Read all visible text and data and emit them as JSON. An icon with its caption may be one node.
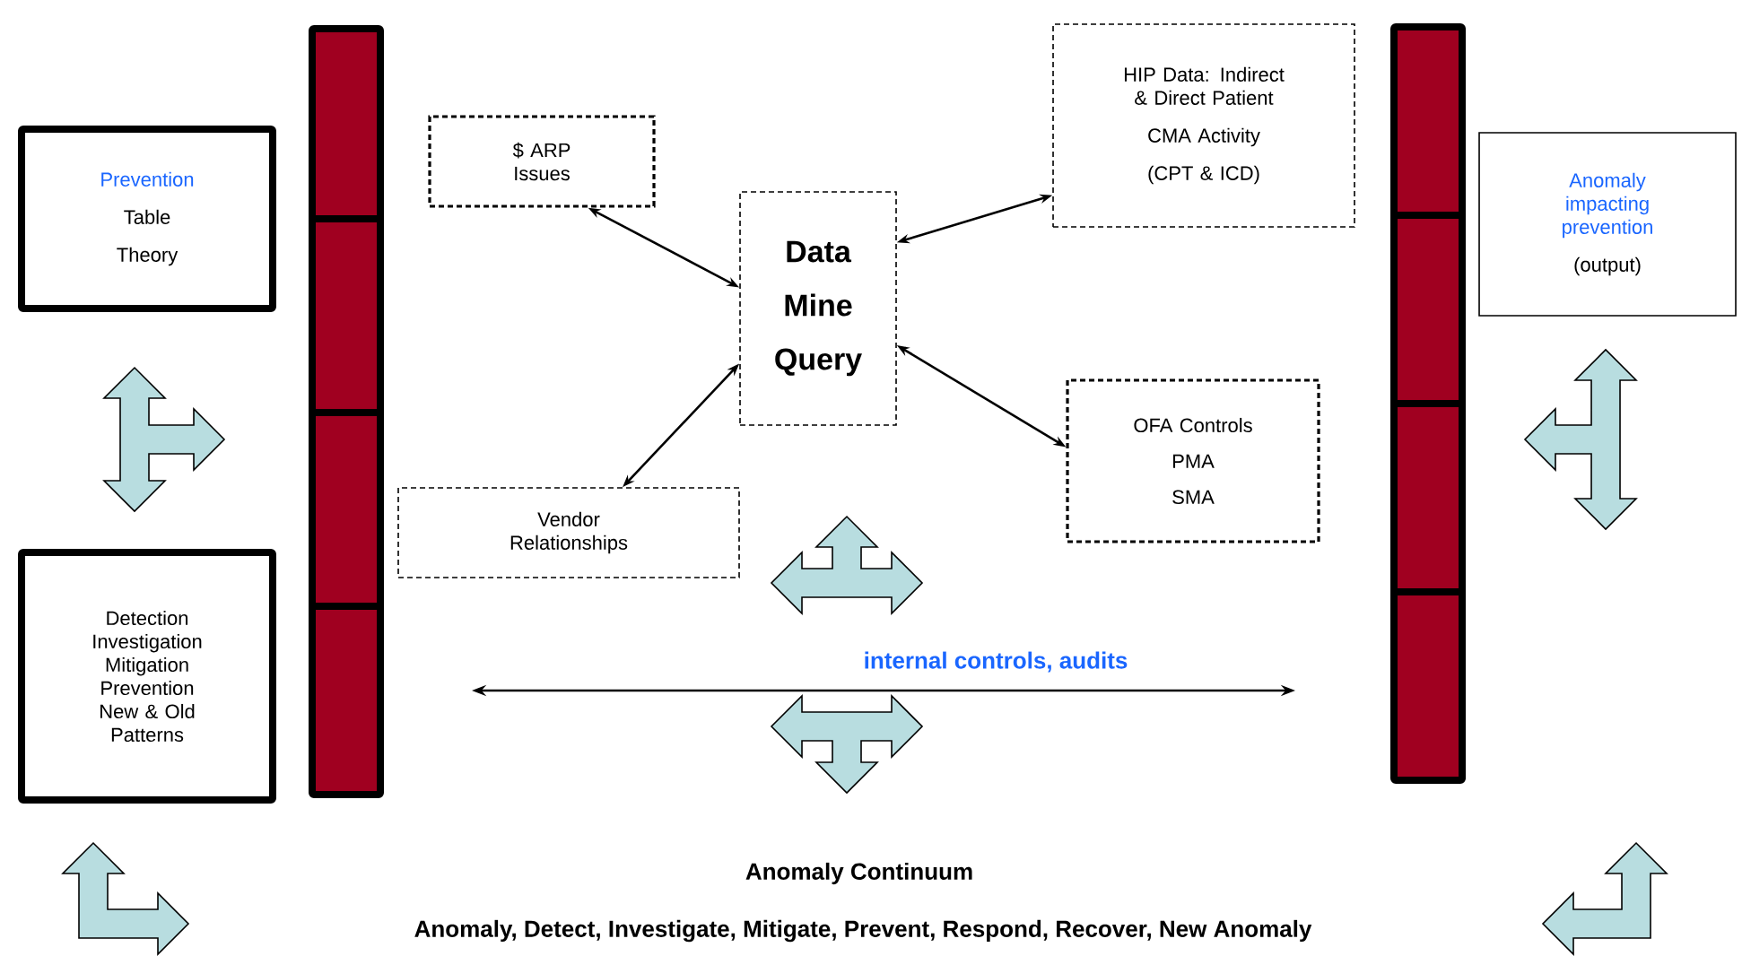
{
  "diagram": {
    "nodes": [
      {
        "text": [
          "Prevention",
          "Table",
          "Theory"
        ]
      },
      {
        "text": [
          "Detection Investigation Mitigation Prevention New & Old Patterns"
        ]
      },
      {
        "text": [
          "$ ARP Issues"
        ]
      },
      {
        "text": [
          "Data",
          "Mine",
          "Query"
        ]
      },
      {
        "text": [
          "HIP Data: Indirect & Direct Patient",
          "CMA Activity",
          "(CPT & ICD)"
        ]
      },
      {
        "text": [
          "Vendor Relationships"
        ]
      },
      {
        "text": [
          "OFA Controls",
          "PMA",
          "SMA"
        ]
      },
      {
        "text": [
          "Anomaly impacting prevention",
          "(output)"
        ]
      }
    ],
    "edges": [
      {
        "from": 0,
        "to": 1,
        "arrow": "both"
      },
      {
        "from": 2,
        "to": 3,
        "arrow": "both"
      },
      {
        "from": 3,
        "to": 4,
        "arrow": "both"
      },
      {
        "from": 3,
        "to": 5,
        "arrow": "both"
      },
      {
        "from": 3,
        "to": 6,
        "arrow": "both"
      }
    ],
    "labels": [
      "internal controls, audits",
      "Anomaly Continuum",
      "Anomaly, Detect, Investigate, Mitigate, Prevent, Respond, Recover, New Anomaly"
    ]
  }
}
